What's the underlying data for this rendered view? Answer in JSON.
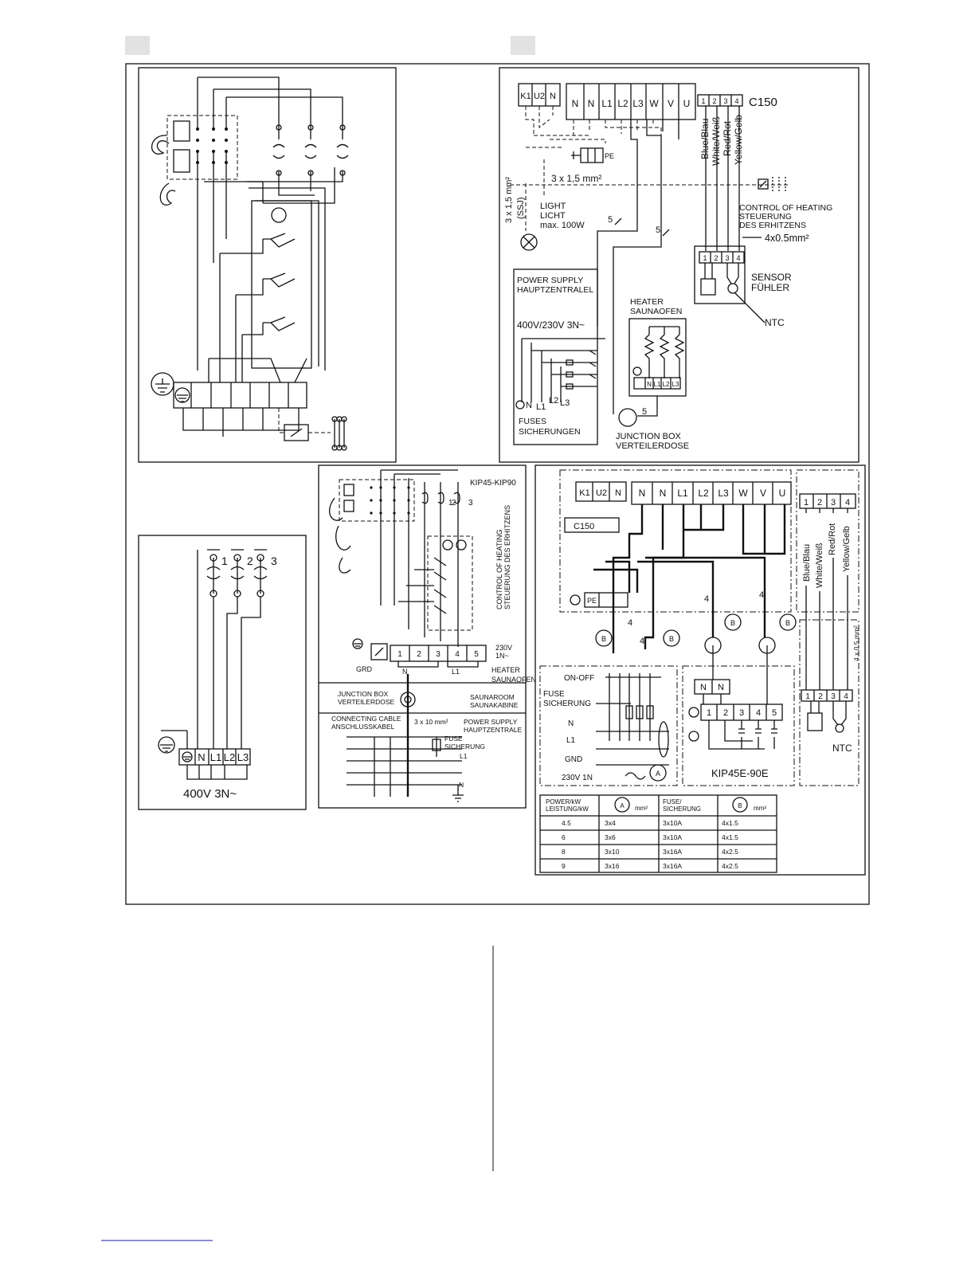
{
  "sections": {
    "top_right": {
      "terminals_left": [
        "K1",
        "U2",
        "N"
      ],
      "terminals_main": [
        "N",
        "N",
        "L1",
        "L2",
        "L3",
        "W",
        "V",
        "U"
      ],
      "terminals_ctrl": [
        "1",
        "2",
        "3",
        "4"
      ],
      "model": "C150",
      "wire_colors": [
        "Blue/Blau",
        "White/Weiß",
        "Red/Rot",
        "Yellow/Gelb"
      ],
      "pe": "PE",
      "cable_vertical": "3 x 1,5 mm²",
      "cable_vertical_sub": "(SSJ)",
      "cable_horizontal": "3 x 1,5 mm²",
      "light": [
        "LIGHT",
        "LICHT",
        "max. 100W"
      ],
      "control_heating": [
        "CONTROL OF HEATING",
        "STEUERUNG",
        "DES ERHITZENS"
      ],
      "sensor_cable": "4x0.5mm²",
      "sensor": [
        "SENSOR",
        "FÜHLER"
      ],
      "ntc": "NTC",
      "power_supply": [
        "POWER SUPPLY",
        "HAUPTZENTRALEL"
      ],
      "voltage": "400V/230V 3N~",
      "fuse_terms": [
        "N",
        "L1",
        "L2",
        "L3"
      ],
      "fuses": [
        "FUSES",
        "SICHERUNGEN"
      ],
      "heater": [
        "HEATER",
        "SAUNAOFEN"
      ],
      "heater_terms": [
        "N",
        "L1",
        "L2",
        "L3"
      ],
      "junction": [
        "JUNCTION BOX",
        "VERTEILERDOSE"
      ],
      "wire_count": "5"
    },
    "left_bottom": {
      "numbers": [
        "1",
        "2",
        "3"
      ],
      "terminals": [
        "N",
        "L1",
        "L2",
        "L3"
      ],
      "voltage": "400V 3N~"
    },
    "middle_bottom": {
      "title": "KIP45-KIP90",
      "numbers": [
        "1",
        "2",
        "3"
      ],
      "control_heating": [
        "CONTROL OF HEATING",
        "STEUERUNG DES ERHITZENS"
      ],
      "terminals": [
        "1",
        "2",
        "3",
        "4",
        "5"
      ],
      "grd": "GRD",
      "n": "N",
      "l1": "L1",
      "voltage": [
        "230V",
        "1N~"
      ],
      "heater": [
        "HEATER",
        "SAUNAOFEN"
      ],
      "junction": [
        "JUNCTION BOX",
        "VERTEILERDOSE"
      ],
      "sauna_room": [
        "SAUNAROOM",
        "SAUNAKABINE"
      ],
      "connecting_cable": [
        "CONNECTING CABLE",
        "ANSCHLUSSKABEL"
      ],
      "cable_size": "3 x 10 mm²",
      "power_supply": [
        "POWER SUPPLY",
        "HAUPTZENTRALE"
      ],
      "fuse": [
        "FUSE",
        "SICHERUNG"
      ],
      "supply_l1": "L1",
      "supply_n": "N"
    },
    "bottom_right": {
      "terminals_left": [
        "K1",
        "U2",
        "N"
      ],
      "terminals_main": [
        "N",
        "N",
        "L1",
        "L2",
        "L3",
        "W",
        "V",
        "U"
      ],
      "model": "C150",
      "pe": "PE",
      "wire_count": "4",
      "circle_b": "B",
      "circle_a": "A",
      "on_off": "ON-OFF",
      "fuse": [
        "FUSE",
        "SICHERUNG"
      ],
      "supply_lines": [
        "N",
        "L1",
        "GND"
      ],
      "voltage": "230V 1N",
      "kip_terms_top": [
        "N",
        "N"
      ],
      "kip_terms": [
        "1",
        "2",
        "3",
        "4",
        "5"
      ],
      "kip_model": "KIP45E-90E",
      "sensor_terms": [
        "1",
        "2",
        "3",
        "4"
      ],
      "wire_colors": [
        "Blue/Blau",
        "White/Weiß",
        "Red/Rot",
        "Yellow/Gelb"
      ],
      "sensor_cable": "4 x 0,5 mm²",
      "ntc": "NTC"
    },
    "table": {
      "headers": [
        "POWER/kW\nLEISTUNG/kW",
        "A  mm²",
        "FUSE/\nSICHERUNG",
        "B  mm²"
      ],
      "h1a": "POWER/kW",
      "h1b": "LEISTUNG/kW",
      "h2": "mm²",
      "h3a": "FUSE/",
      "h3b": "SICHERUNG",
      "h4": "mm²",
      "rows": [
        [
          "4.5",
          "3x4",
          "3x10A",
          "4x1.5"
        ],
        [
          "6",
          "3x6",
          "3x10A",
          "4x1.5"
        ],
        [
          "8",
          "3x10",
          "3x16A",
          "4x2.5"
        ],
        [
          "9",
          "3x16",
          "3x16A",
          "4x2.5"
        ]
      ]
    }
  }
}
